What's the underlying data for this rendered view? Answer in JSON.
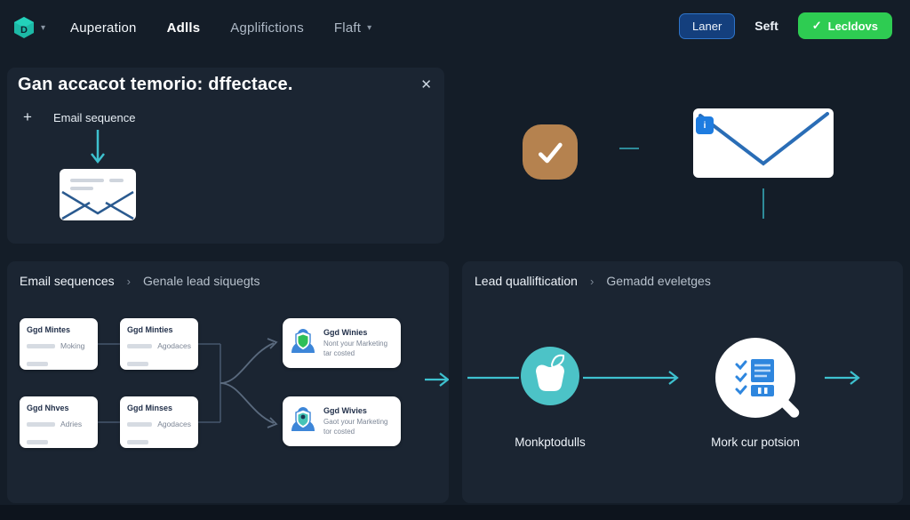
{
  "colors": {
    "page_bg": "#141d28",
    "panel_bg": "#1b2532",
    "accent_teal": "#3ec1cf",
    "connector_teal": "#2e8b99",
    "green_button": "#2ecc52",
    "blue_button_border": "#2e74c9",
    "blue_button_fill": "#143f7d",
    "brown_chip": "#b5824f",
    "apple_teal": "#4cc3c7",
    "doc_blue": "#2e86de",
    "envelope_blue": "#2a6db6",
    "connector_gray": "#5a6a7e"
  },
  "topbar": {
    "logo_chevron": "▾",
    "flaft_chevron": "▾",
    "nav": [
      {
        "label": "Auperation"
      },
      {
        "label": "Adlls"
      },
      {
        "label": "Agplifictions"
      },
      {
        "label": "Flaft"
      }
    ],
    "buttons": {
      "laner": "Laner",
      "seft": "Seft",
      "lecldovs_check": "✓",
      "lecldovs": "Lecldovs"
    }
  },
  "banner": {
    "title": "Gan accacot temorio: dffectace.",
    "close_glyph": "✕",
    "plus_glyph": "+",
    "add_label": "Email sequence"
  },
  "sequences": {
    "crumb_a": "Email sequences",
    "crumb_sep": "›",
    "crumb_b": "Genale lead siquegts",
    "cards": [
      {
        "title": "Ggd Mintes",
        "tag": "Moking"
      },
      {
        "title": "Ggd Minties",
        "tag": "Agodaces"
      },
      {
        "title": "Ggd Nhves",
        "tag": "Adries"
      },
      {
        "title": "Ggd Minses",
        "tag": "Agodaces"
      }
    ],
    "branches": [
      {
        "title": "Ggd Winies",
        "line1": "Nont your Marketing",
        "line2": "tar costed"
      },
      {
        "title": "Ggd Wivies",
        "line1": "Gaot your Marketing",
        "line2": "tor costed"
      }
    ]
  },
  "qualification": {
    "crumb_a": "Lead qualliftication",
    "crumb_sep": "›",
    "crumb_b": "Gemadd eveletges",
    "steps": [
      {
        "label": "Monkptodulls"
      },
      {
        "label": "Mork cur potsion"
      }
    ]
  }
}
